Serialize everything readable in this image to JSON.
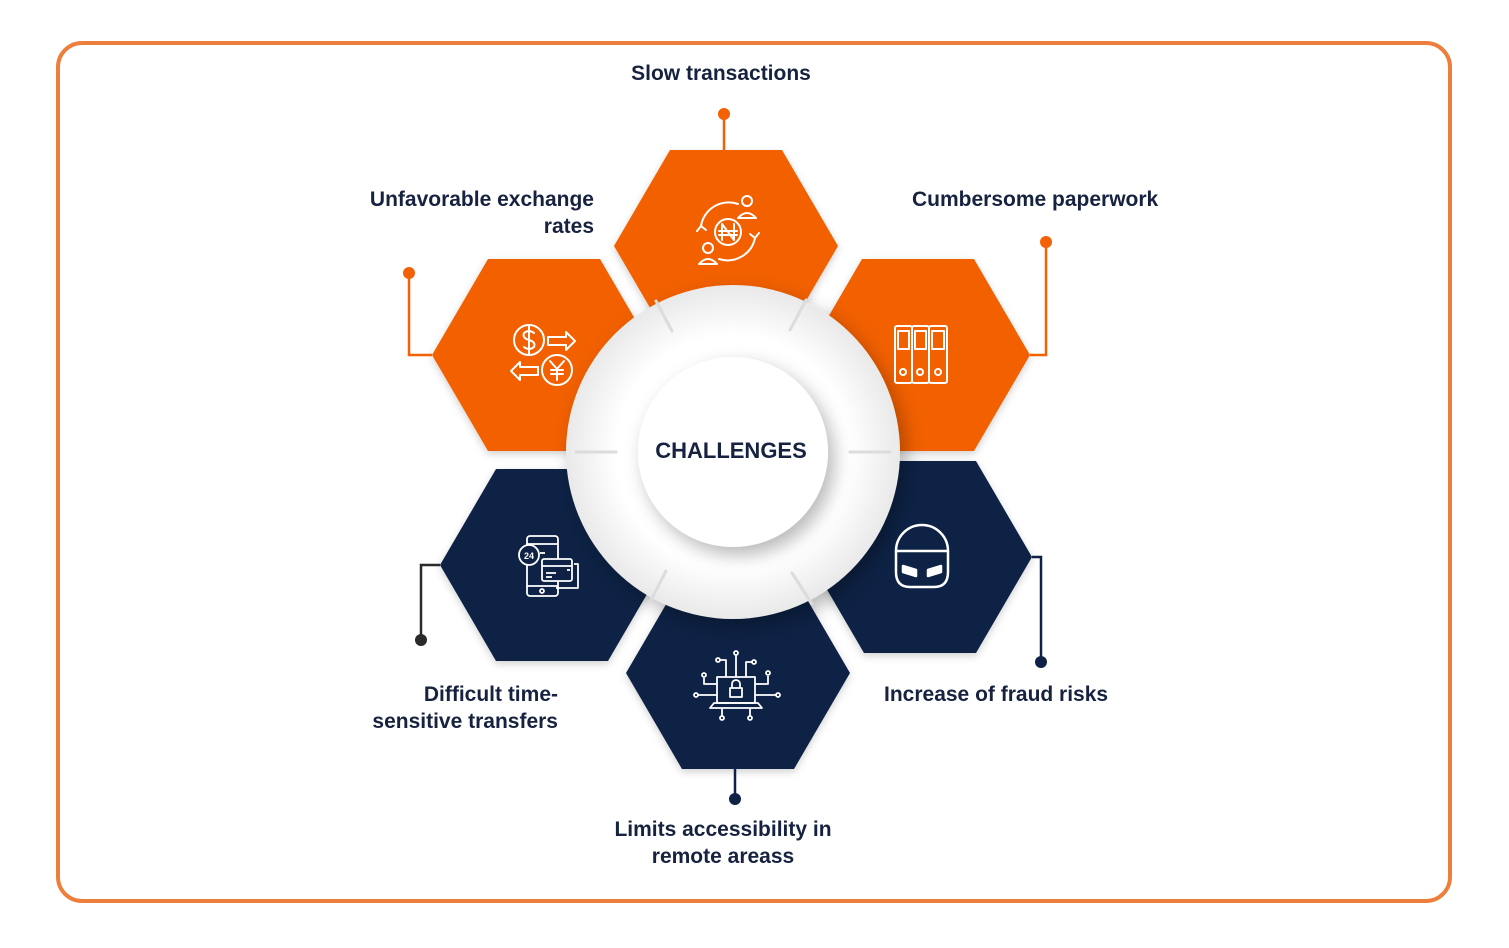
{
  "center": {
    "label": "CHALLENGES"
  },
  "colors": {
    "frame": "#ee7e3b",
    "orange": "#f26106",
    "navy": "#0f2145",
    "text": "#16223f"
  },
  "segments": [
    {
      "id": "slow-transactions",
      "label": "Slow transactions",
      "color": "orange",
      "icon": "currency-exchange-people-icon"
    },
    {
      "id": "cumbersome-paperwork",
      "label": "Cumbersome paperwork",
      "color": "orange",
      "icon": "binders-icon"
    },
    {
      "id": "increase-fraud-risks",
      "label": "Increase of fraud risks",
      "color": "navy",
      "icon": "masked-thief-icon"
    },
    {
      "id": "limits-accessibility",
      "label": "Limits accessibility in\nremote areass",
      "color": "navy",
      "icon": "laptop-network-lock-icon"
    },
    {
      "id": "difficult-transfers",
      "label": "Difficult time-\nsensitive transfers",
      "color": "navy",
      "icon": "mobile-24h-payment-icon"
    },
    {
      "id": "unfavorable-rates",
      "label": "Unfavorable exchange\nrates",
      "color": "orange",
      "icon": "dollar-yen-exchange-icon"
    }
  ]
}
